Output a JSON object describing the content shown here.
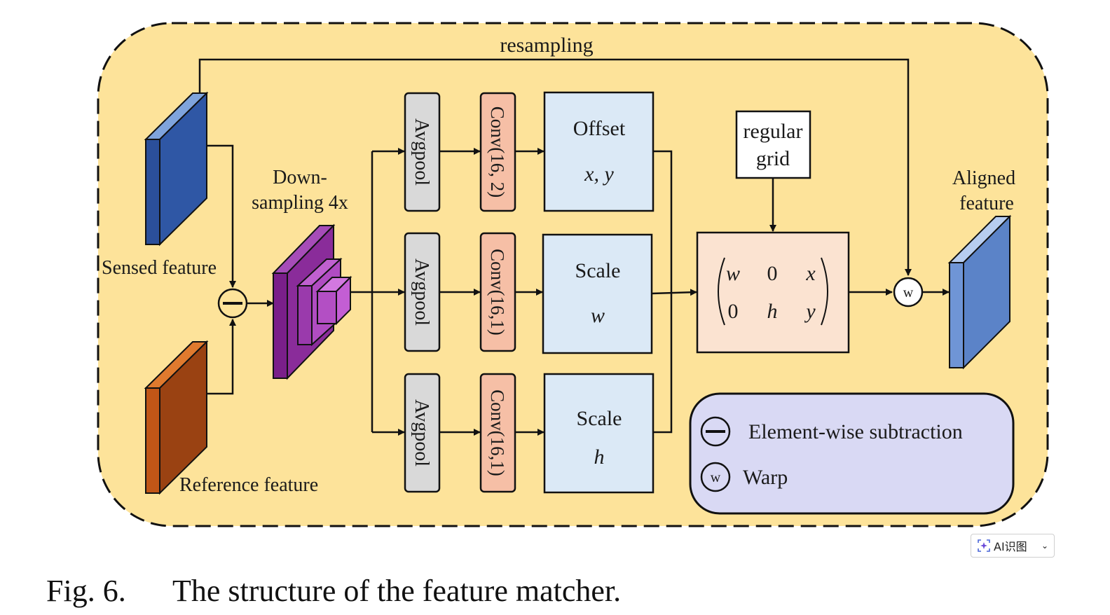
{
  "labels": {
    "resampling": "resampling",
    "sensed_feature": "Sensed feature",
    "reference_feature": "Reference feature",
    "downsampling_line1": "Down-",
    "downsampling_line2": "sampling 4x",
    "avgpool": "Avgpool",
    "conv_top": "Conv(16, 2)",
    "conv_mid": "Conv(16,1)",
    "conv_bot": "Conv(16,1)",
    "offset_title": "Offset",
    "offset_vars": "x, y",
    "scale_w_title": "Scale",
    "scale_w_var": "w",
    "scale_h_title": "Scale",
    "scale_h_var": "h",
    "regular_grid_line1": "regular",
    "regular_grid_line2": "grid",
    "aligned_line1": "Aligned",
    "aligned_line2": "feature",
    "warp_symbol": "w",
    "legend_subtraction": "Element-wise subtraction",
    "legend_warp": "Warp"
  },
  "matrix": {
    "row1": [
      "w",
      "0",
      "x"
    ],
    "row2": [
      "0",
      "h",
      "y"
    ]
  },
  "ai_button": {
    "label": "AI识图",
    "icon": "sparkle-scan-icon",
    "chevron": "chevron-down-icon"
  },
  "caption": {
    "number": "Fig. 6.",
    "text": "The structure of the feature matcher."
  },
  "colors": {
    "background_panel": "#fde39a",
    "sensed_feature": "#2f57a5",
    "reference_feature": "#9a4212",
    "downsample_block": "#8a2c9a",
    "avgpool_box": "#d9d9d9",
    "conv_box": "#f6bfa6",
    "param_box": "#dbe9f6",
    "matrix_box": "#fbe3d1",
    "legend_box": "#d9d9f4",
    "aligned_feature": "#5b83c8"
  }
}
